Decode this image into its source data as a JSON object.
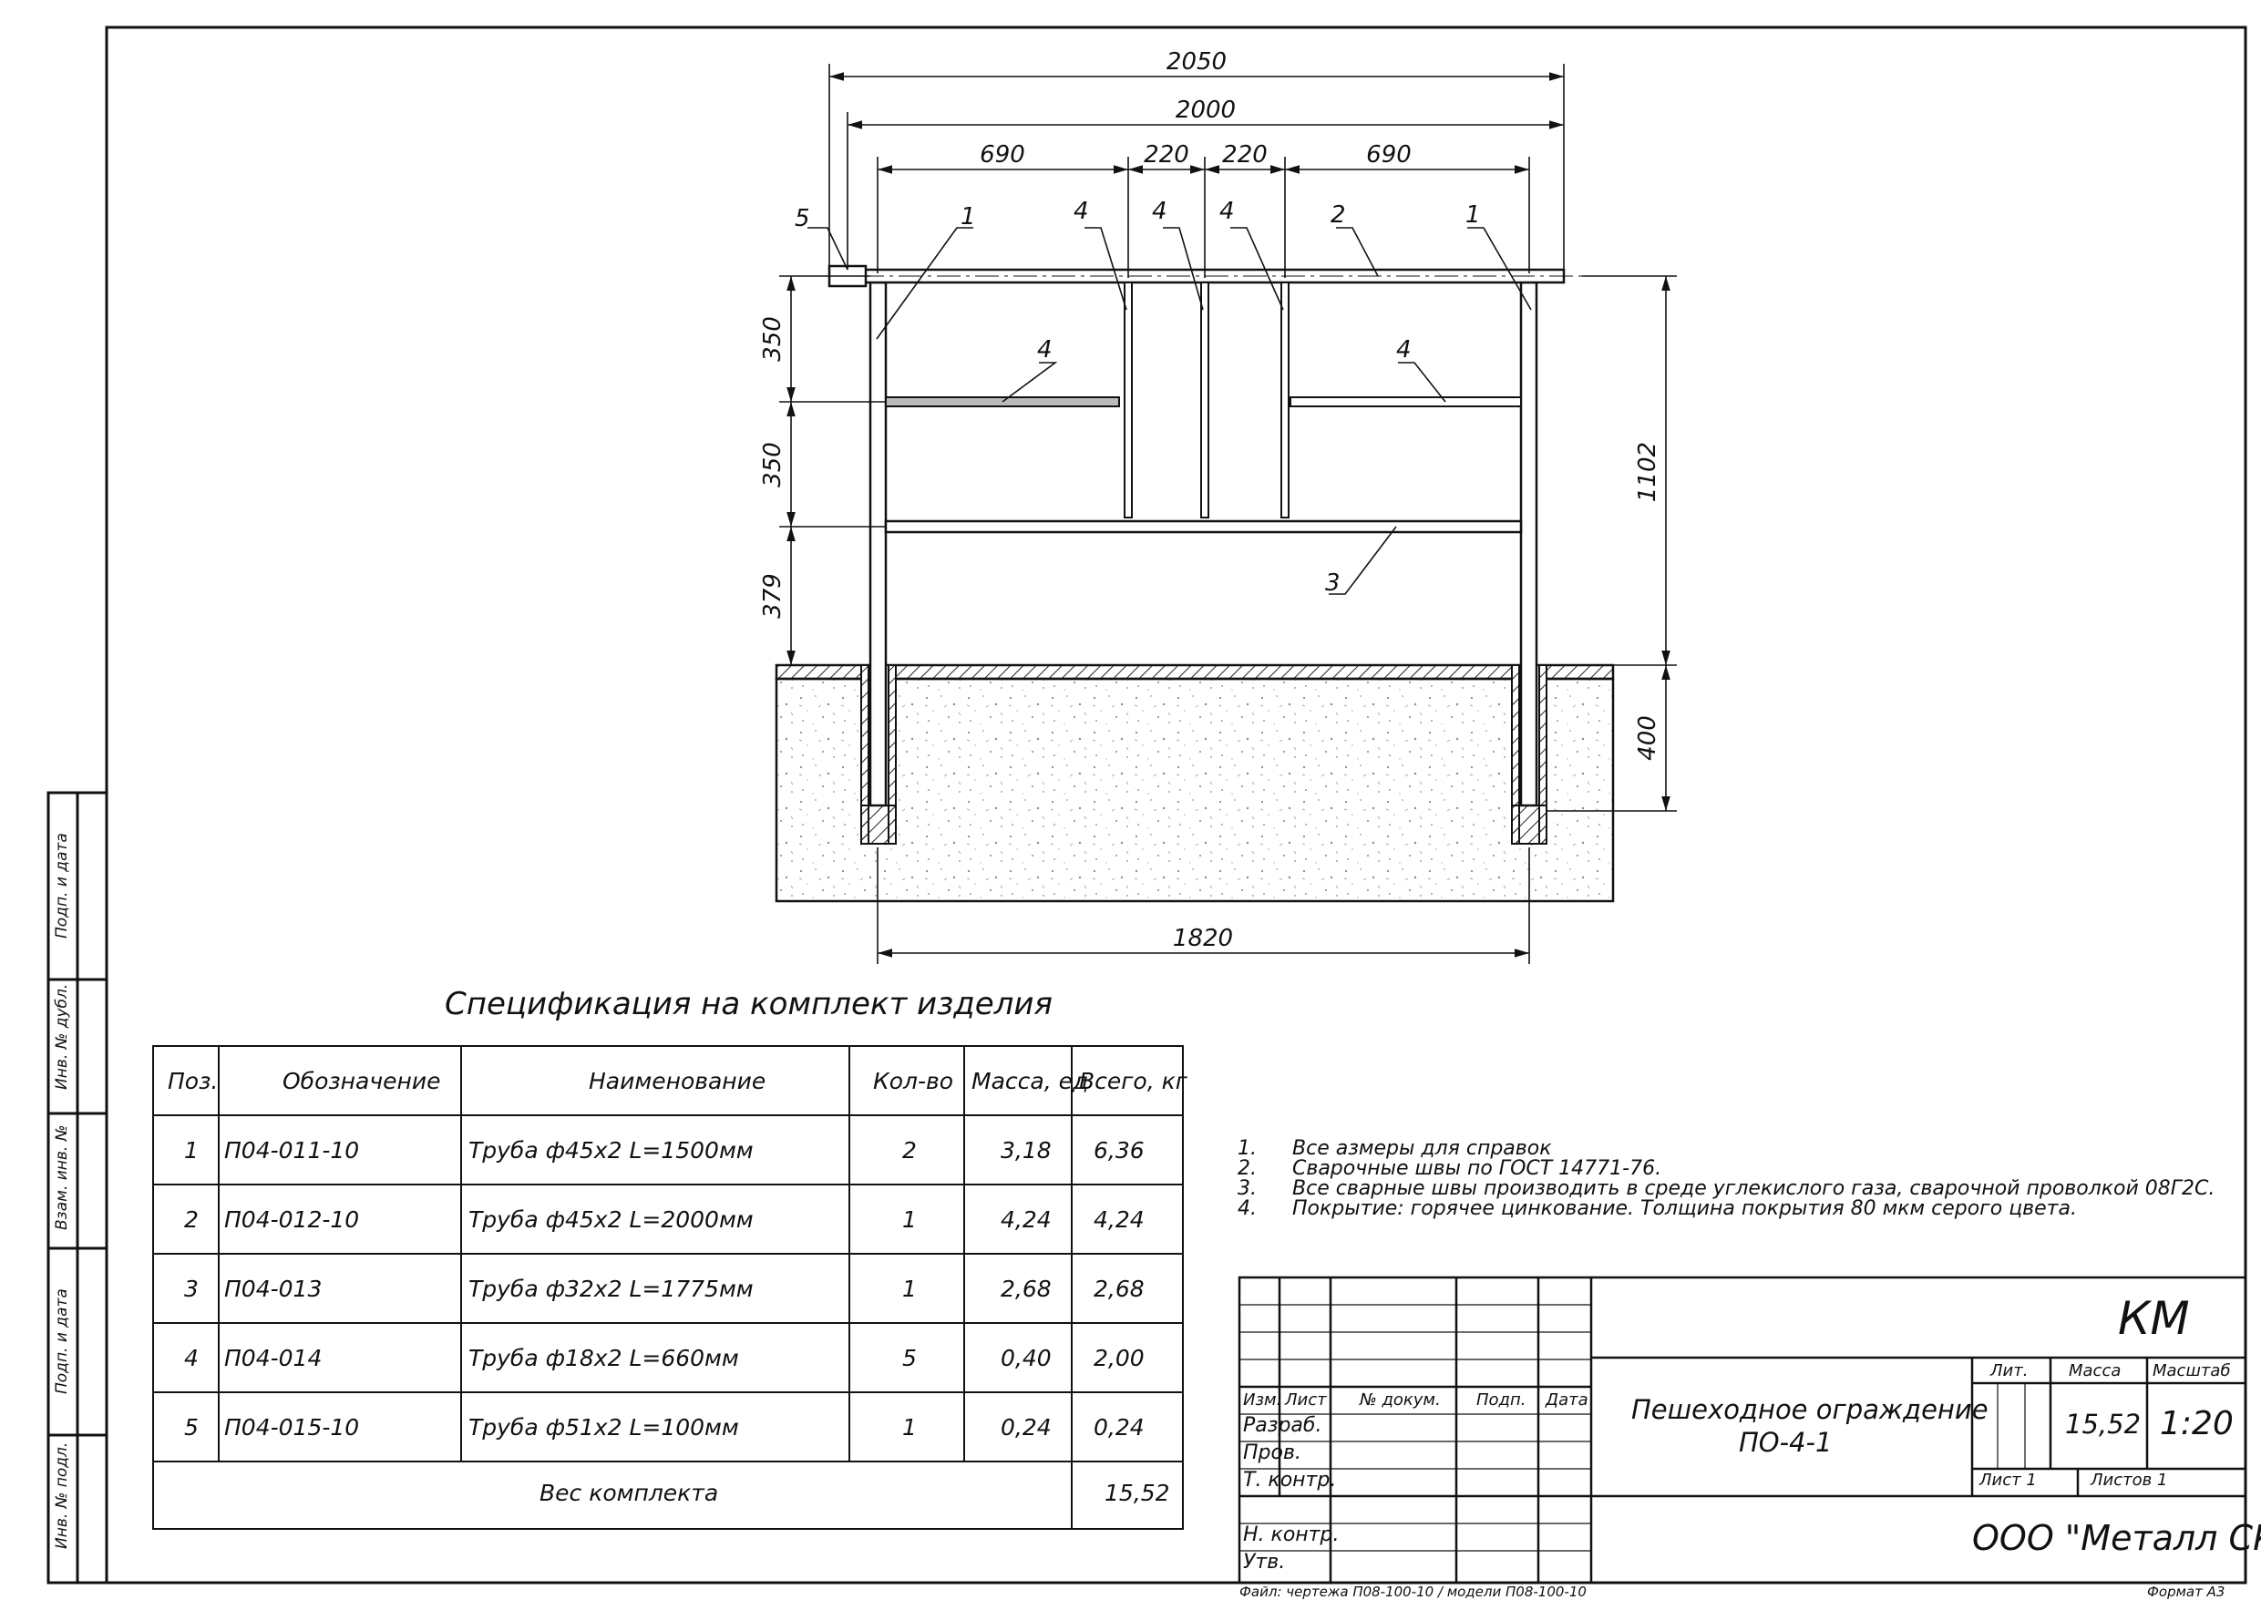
{
  "drawing": {
    "dims": {
      "overall": "2050",
      "inner": "2000",
      "span_left": "690",
      "span_mid_left": "220",
      "span_mid_right": "220",
      "span_right": "690",
      "height_top": "350",
      "height_mid": "350",
      "height_bottom": "379",
      "total_height": "1102",
      "embed_depth": "400",
      "post_spacing": "1820"
    },
    "callouts": [
      "5",
      "1",
      "4",
      "4",
      "4",
      "2",
      "1",
      "4",
      "4",
      "3"
    ]
  },
  "spec": {
    "title": "Спецификация на комплект изделия",
    "headers": [
      "Поз.",
      "Обозначение",
      "Наименование",
      "Кол-во",
      "Масса, ед",
      "Всего, кг"
    ],
    "rows": [
      [
        "1",
        "П04-011-10",
        "Труба ф45х2 L=1500мм",
        "2",
        "3,18",
        "6,36"
      ],
      [
        "2",
        "П04-012-10",
        "Труба ф45х2 L=2000мм",
        "1",
        "4,24",
        "4,24"
      ],
      [
        "3",
        "П04-013",
        "Труба ф32х2 L=1775мм",
        "1",
        "2,68",
        "2,68"
      ],
      [
        "4",
        "П04-014",
        "Труба ф18х2 L=660мм",
        "5",
        "0,40",
        "2,00"
      ],
      [
        "5",
        "П04-015-10",
        "Труба ф51х2 L=100мм",
        "1",
        "0,24",
        "0,24"
      ]
    ],
    "total_label": "Вес комплекта",
    "total_value": "15,52"
  },
  "notes": [
    {
      "num": "1.",
      "text": "Все азмеры для справок"
    },
    {
      "num": "2.",
      "text": "Сварочные швы по ГОСТ 14771-76."
    },
    {
      "num": "3.",
      "text": "Все сварные швы производить в среде углекислого газа, сварочной проволкой 08Г2С."
    },
    {
      "num": "4.",
      "text": "Покрытие: горячее цинкование. Толщина покрытия 80 мкм серого цвета."
    }
  ],
  "titleblock": {
    "code": "КМ",
    "col_izm": "Изм.",
    "col_list": "Лист",
    "col_doc": "№ докум.",
    "col_sign": "Подп.",
    "col_date": "Дата",
    "razrab": "Разраб.",
    "prov": "Пров.",
    "tkontr": "Т. контр.",
    "nkontr": "Н. контр.",
    "utv": "Утв.",
    "name_line1": "Пешеходное ограждение",
    "name_line2": "ПО-4-1",
    "lit_label": "Лит.",
    "mass_label": "Масса",
    "scale_label": "Масштаб",
    "mass_value": "15,52",
    "scale_value": "1:20",
    "sheet_label": "Лист 1",
    "sheets_label": "Листов 1",
    "company": "ООО \"Металл СК\"",
    "file_info": "Файл: чертежа П08-100-10 / модели П08-100-10",
    "format": "Формат А3"
  },
  "side_labels": [
    "Подп. и дата",
    "Инв. № дубл.",
    "Взам. инв. №",
    "Подп. и дата",
    "Инв. № подл."
  ]
}
